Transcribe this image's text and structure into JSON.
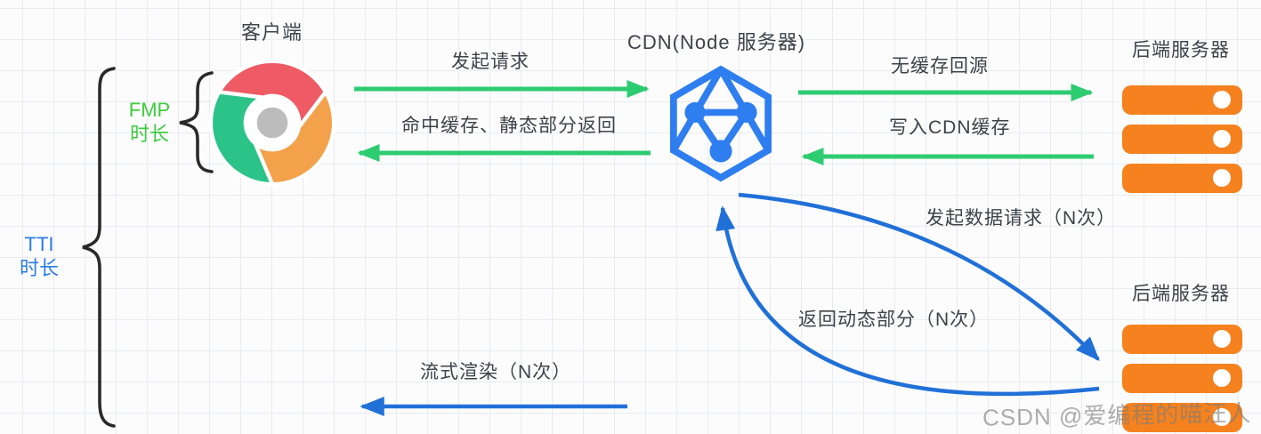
{
  "nodes": {
    "client": {
      "label": "客户端"
    },
    "cdn": {
      "label": "CDN(Node 服务器)"
    },
    "backend_top": {
      "label": "后端服务器"
    },
    "backend_bottom": {
      "label": "后端服务器"
    }
  },
  "timings": {
    "fmp": {
      "line1": "FMP",
      "line2": "时长",
      "color": "#3bcd3b"
    },
    "tti": {
      "line1": "TTI",
      "line2": "时长",
      "color": "#2b7de1"
    }
  },
  "flows": {
    "request": "发起请求",
    "cache_hit_return": "命中缓存、静态部分返回",
    "no_cache_origin": "无缓存回源",
    "write_cdn_cache": "写入CDN缓存",
    "data_request_n": "发起数据请求（N次）",
    "dynamic_return_n": "返回动态部分（N次）",
    "stream_render_n": "流式渲染（N次）"
  },
  "watermark": "CSDN @爱编程的喵汪人",
  "icons": {
    "client": "chrome-browser",
    "cdn": "graphql-hexagon-node",
    "backend": "server-stack"
  },
  "colors": {
    "arrow_green": "#2ecc71",
    "arrow_blue": "#2170d8",
    "cdn_blue": "#2e7ef0",
    "server_orange": "#f5821e",
    "chrome_red": "#ee5b64",
    "chrome_green": "#2bc388",
    "chrome_orange": "#f4a14b",
    "chrome_gray": "#bcbcbc",
    "brace_black": "#2a2a2a",
    "text_dark": "#3d4349"
  }
}
